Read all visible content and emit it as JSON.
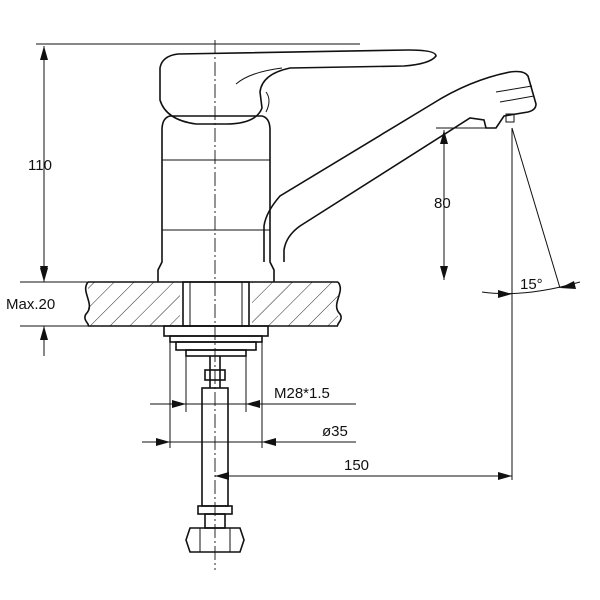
{
  "drawing": {
    "dimensions": {
      "height_total": "110",
      "spout_height": "80",
      "max_thickness": "Max.20",
      "thread": "M28*1.5",
      "diameter": "ø35",
      "reach": "150",
      "angle": "15°"
    }
  }
}
